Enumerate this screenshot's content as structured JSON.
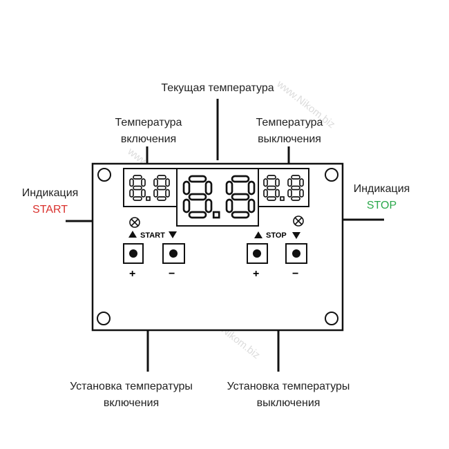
{
  "watermark": "www.Nikom.biz",
  "labels": {
    "current_temp": "Текущая температура",
    "on_temp_line1": "Температура",
    "on_temp_line2": "включения",
    "off_temp_line1": "Температура",
    "off_temp_line2": "выключения",
    "ind_start_line1": "Индикация",
    "ind_start_line2": "START",
    "ind_stop_line1": "Индикация",
    "ind_stop_line2": "STOP",
    "set_on_line1": "Установка температуры",
    "set_on_line2": "включения",
    "set_off_line1": "Установка температуры",
    "set_off_line2": "выключения"
  },
  "board": {
    "start_label": "START",
    "stop_label": "STOP",
    "plus": "+",
    "minus": "−",
    "led_symbol": "⊗",
    "left_display": "8.8",
    "center_display": "8.8",
    "right_display": "8.8"
  },
  "colors": {
    "start": "#d9302c",
    "stop": "#2aa84a",
    "ink": "#111111"
  },
  "icons": [
    "up-arrow-icon",
    "down-arrow-icon",
    "led-icon",
    "mounting-hole-icon"
  ]
}
